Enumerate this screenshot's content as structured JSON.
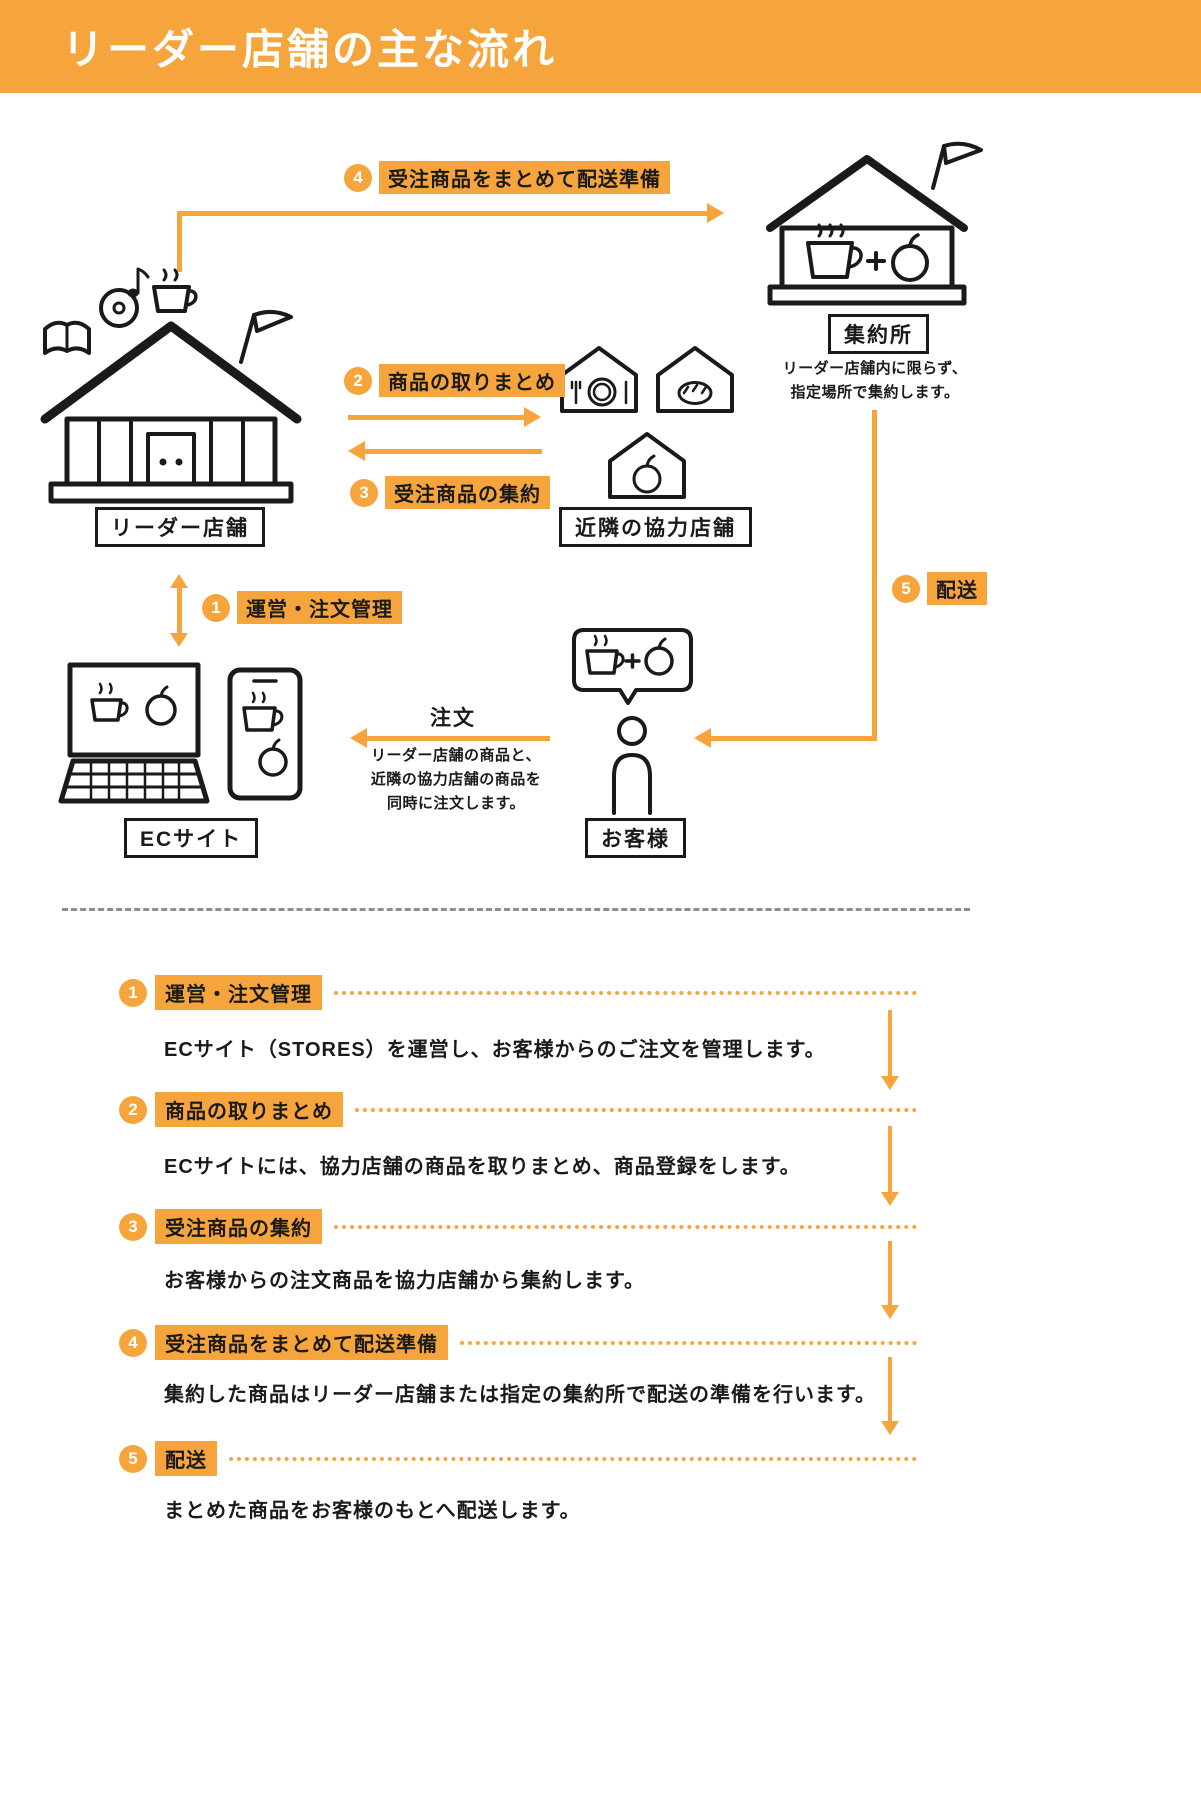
{
  "colors": {
    "accent": "#F5A53C",
    "ink": "#1a1a1a",
    "divider": "#8f8f8f"
  },
  "header": {
    "title": "リーダー店舗の主な流れ"
  },
  "diagram": {
    "nodes": {
      "leader_store": {
        "label": "リーダー店舗"
      },
      "aggregation": {
        "label": "集約所",
        "note": [
          "リーダー店舗内に限らず、",
          "指定場所で集約します。"
        ]
      },
      "partners": {
        "label": "近隣の協力店舗"
      },
      "ec_site": {
        "label": "ECサイト"
      },
      "customer": {
        "label": "お客様"
      }
    },
    "flows": {
      "step1": {
        "num": "1",
        "label": "運営・注文管理"
      },
      "step2": {
        "num": "2",
        "label": "商品の取りまとめ"
      },
      "step3": {
        "num": "3",
        "label": "受注商品の集約"
      },
      "step4": {
        "num": "4",
        "label": "受注商品をまとめて配送準備"
      },
      "step5": {
        "num": "5",
        "label": "配送"
      },
      "order": {
        "label": "注文",
        "note": [
          "リーダー店舗の商品と、",
          "近隣の協力店舗の商品を",
          "同時に注文します。"
        ]
      }
    }
  },
  "icons": {
    "leader_store": "house-with-flag-book-vinyl-note-coffee",
    "aggregation": "house-with-flag-coffee-plus-apple",
    "partners": "three-houses-plate-bread-apple",
    "ec_site": "laptop-and-phone-with-coffee-apple",
    "customer": "person-with-speech-bubble-coffee-plus-apple"
  },
  "steps": [
    {
      "num": "1",
      "title": "運営・注文管理",
      "description": "ECサイト（STORES）を運営し、お客様からのご注文を管理します。"
    },
    {
      "num": "2",
      "title": "商品の取りまとめ",
      "description": "ECサイトには、協力店舗の商品を取りまとめ、商品登録をします。"
    },
    {
      "num": "3",
      "title": "受注商品の集約",
      "description": "お客様からの注文商品を協力店舗から集約します。"
    },
    {
      "num": "4",
      "title": "受注商品をまとめて配送準備",
      "description": "集約した商品はリーダー店舗または指定の集約所で配送の準備を行います。"
    },
    {
      "num": "5",
      "title": "配送",
      "description": "まとめた商品をお客様のもとへ配送します。"
    }
  ]
}
